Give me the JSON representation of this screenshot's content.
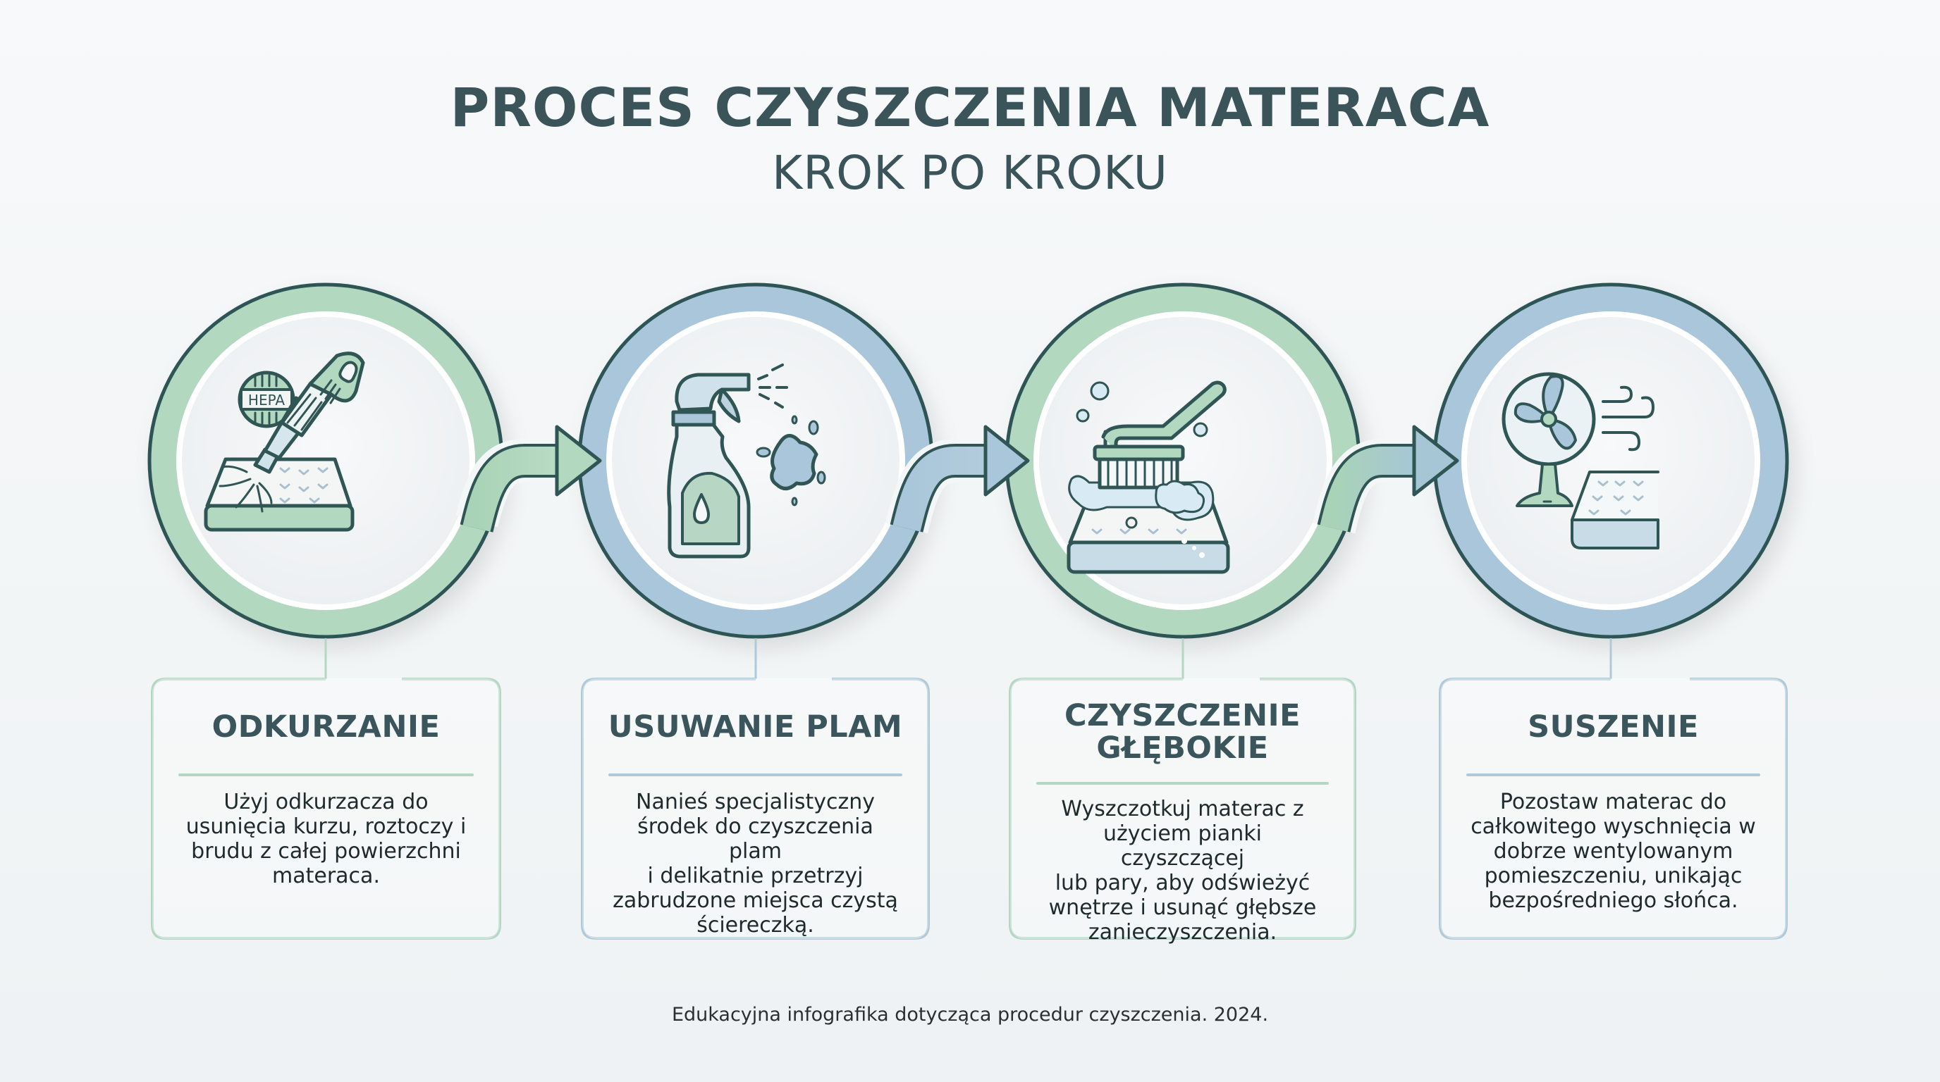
{
  "header": {
    "title": "PROCES CZYSZCZENIA MATERACA",
    "subtitle": "KROK PO KROKU"
  },
  "colors": {
    "title": "#3a545a",
    "outline": "#2f5554",
    "green_ring": "#b3d8c0",
    "blue_ring": "#a9c6da",
    "green_card_border": "#b5d6c3",
    "blue_card_border": "#b0c9d8",
    "background": "#f4f7f8"
  },
  "steps": [
    {
      "title": "ODKURZANIE",
      "description": "Użyj odkurzacza do usunięcia kurzu, roztoczy i brudu z całej powierzchni materaca.",
      "lines": [
        "Użyj odkurzacza do",
        "usunięcia kurzu, roztoczy i",
        "brudu z całej powierzchni",
        "materaca."
      ],
      "icon": "vacuum-cleaner-icon",
      "icon_badge": "HEPA",
      "theme": "green"
    },
    {
      "title": "USUWANIE PLAM",
      "description": "Nanieś specjalistyczny środek do czyszczenia plam i delikatnie przetrzyj zabrudzone miejsca czystą ściereczką.",
      "lines": [
        "Nanieś specjalistyczny",
        "środek do czyszczenia plam",
        "i delikatnie przetrzyj",
        "zabrudzone miejsca czystą",
        "ściereczką."
      ],
      "icon": "spray-bottle-icon",
      "theme": "blue"
    },
    {
      "title": "CZYSZCZENIE GŁĘBOKIE",
      "title_lines": [
        "CZYSZCZENIE",
        "GŁĘBOKIE"
      ],
      "description": "Wyszczotkuj materac z użyciem pianki czyszczącej lub pary, aby odświeżyć wnętrze i usunąć głębsze zanieczyszczenia.",
      "lines": [
        "Wyszczotkuj materac z",
        "użyciem pianki czyszczącej",
        "lub pary, aby odświeżyć",
        "wnętrze i usunąć głębsze",
        "zanieczyszczenia."
      ],
      "icon": "scrub-brush-icon",
      "theme": "green"
    },
    {
      "title": "SUSZENIE",
      "description": "Pozostaw materac do całkowitego wyschnięcia w dobrze wentylowanym pomieszczeniu, unikając bezpośredniego słońca.",
      "lines": [
        "Pozostaw materac do",
        "całkowitego wyschnięcia w",
        "dobrze wentylowanym",
        "pomieszczeniu, unikając",
        "bezpośredniego słońca."
      ],
      "icon": "fan-icon",
      "theme": "blue"
    }
  ],
  "footer": {
    "caption": "Edukacyjna infografika dotycząca procedur czyszczenia. 2024."
  }
}
